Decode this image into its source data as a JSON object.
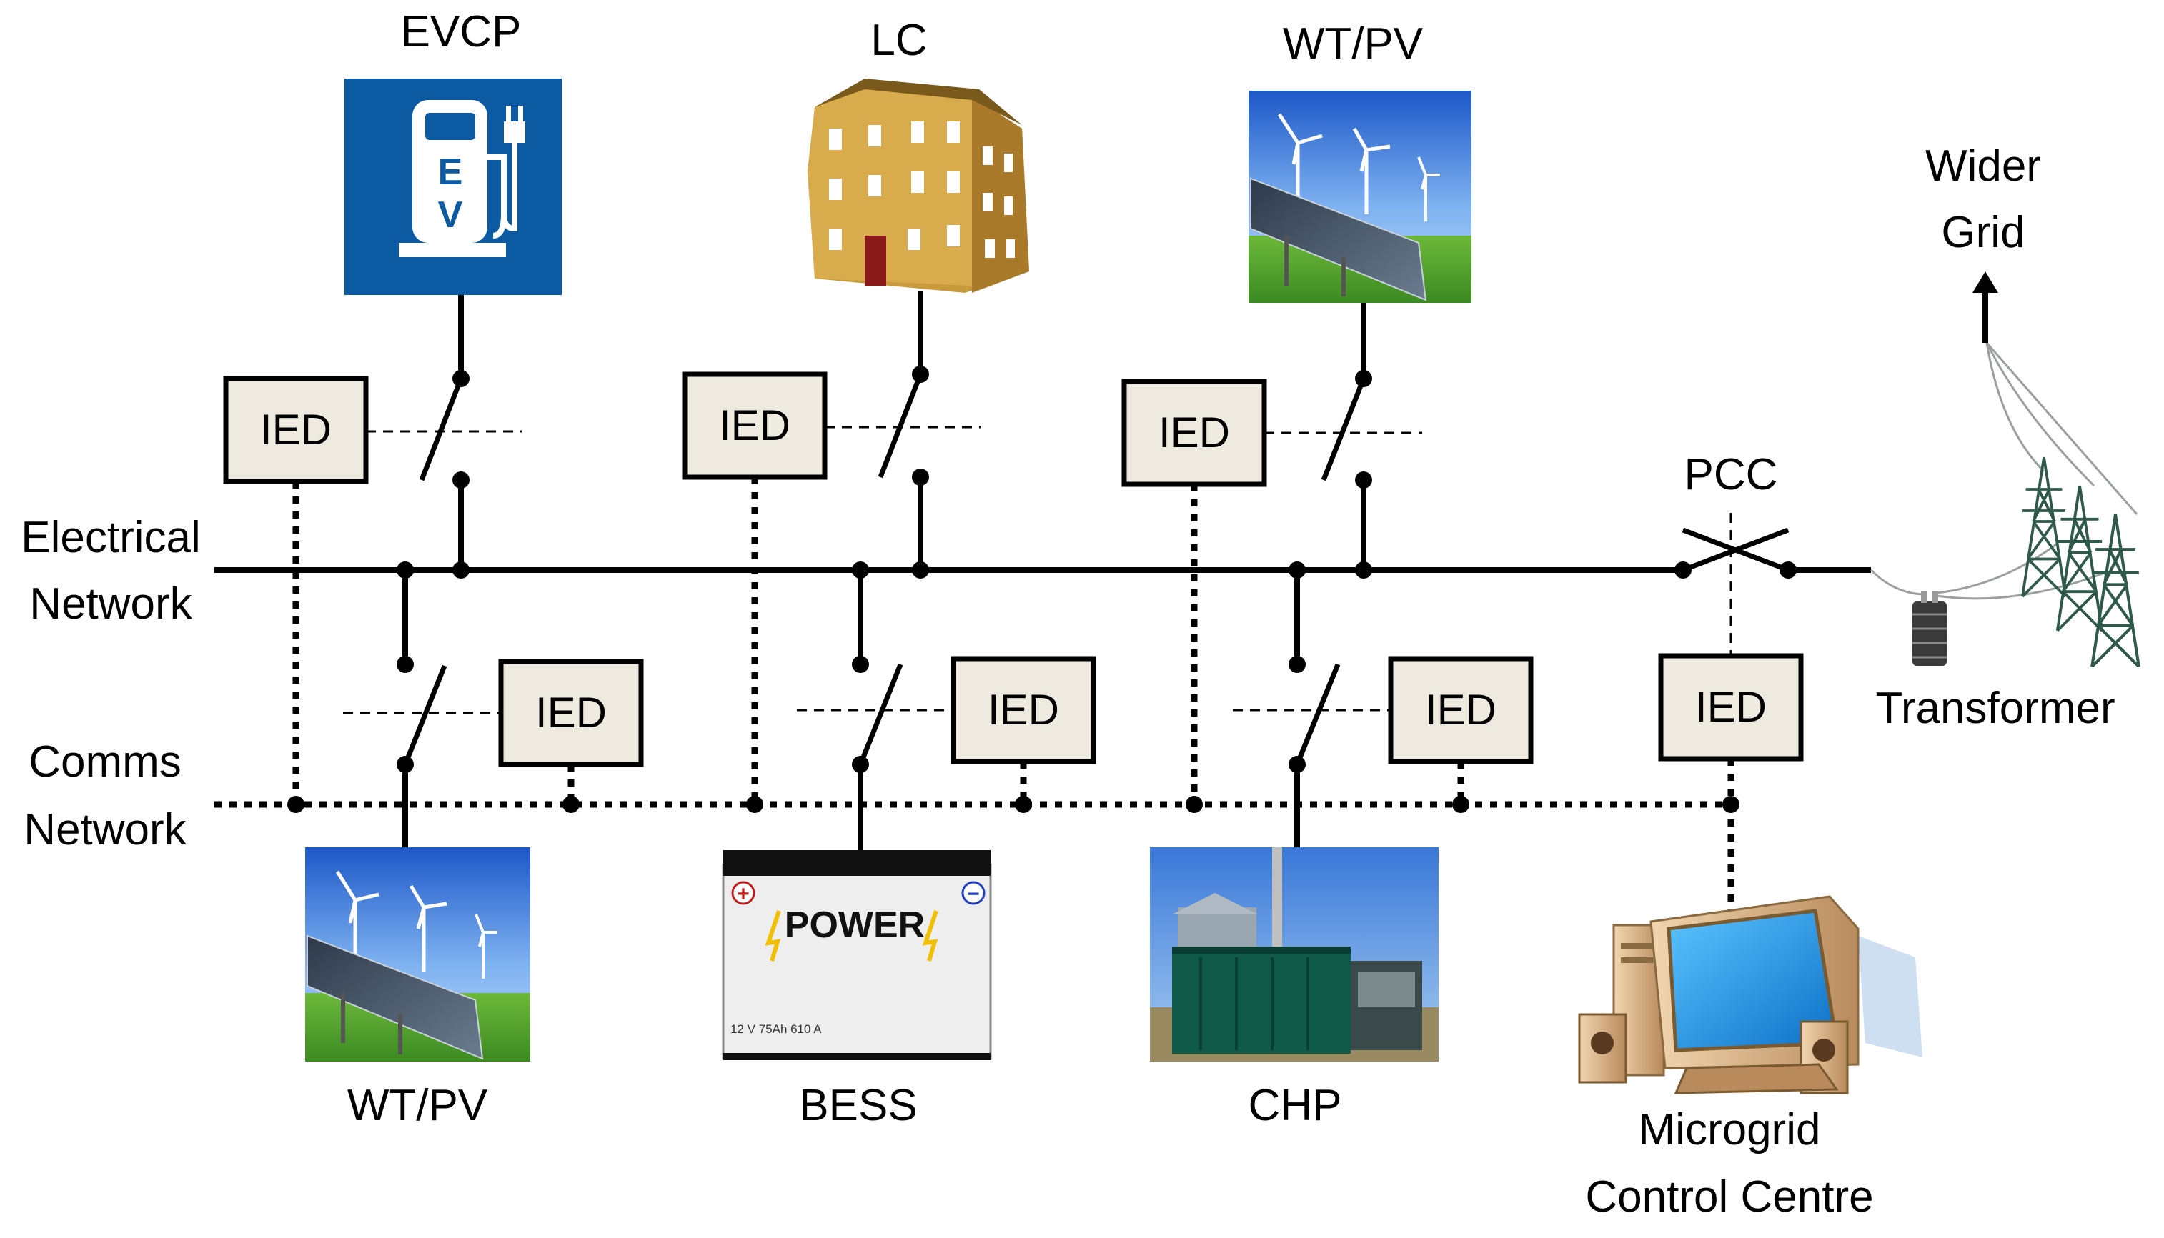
{
  "labels": {
    "evcp": "EVCP",
    "lc": "LC",
    "wtpv_top": "WT/PV",
    "wider_grid_line1": "Wider",
    "wider_grid_line2": "Grid",
    "pcc": "PCC",
    "transformer": "Transformer",
    "electrical_line1": "Electrical",
    "electrical_line2": "Network",
    "comms_line1": "Comms",
    "comms_line2": "Network",
    "wtpv_bottom": "WT/PV",
    "bess": "BESS",
    "chp": "CHP",
    "mcc_line1": "Microgrid",
    "mcc_line2": "Control Centre"
  },
  "ied": {
    "label": "IED"
  },
  "battery": {
    "brand": "POWER",
    "specs": "12 V   75Ah   610 A",
    "plus": "+",
    "minus": "−"
  },
  "ev_sign": {
    "letter_e": "E",
    "letter_v": "V"
  },
  "colors": {
    "ev_blue": "#0b5aa2",
    "ied_fill": "#eeeae0",
    "building": "#c89a3c",
    "sky": "#3f7bd6",
    "grass": "#4a9a2c",
    "chp_green": "#0f5a48",
    "monitor_beige": "#d8b48a",
    "screen_blue": "#2aa0f0"
  },
  "icons": {
    "ev_station": "ev-charging-icon",
    "building": "building-icon",
    "renewables": "wind-solar-icon",
    "battery": "battery-icon",
    "chp_plant": "chp-plant-icon",
    "computer": "computer-icon",
    "pylon": "pylon-icon",
    "transformer": "transformer-icon"
  }
}
